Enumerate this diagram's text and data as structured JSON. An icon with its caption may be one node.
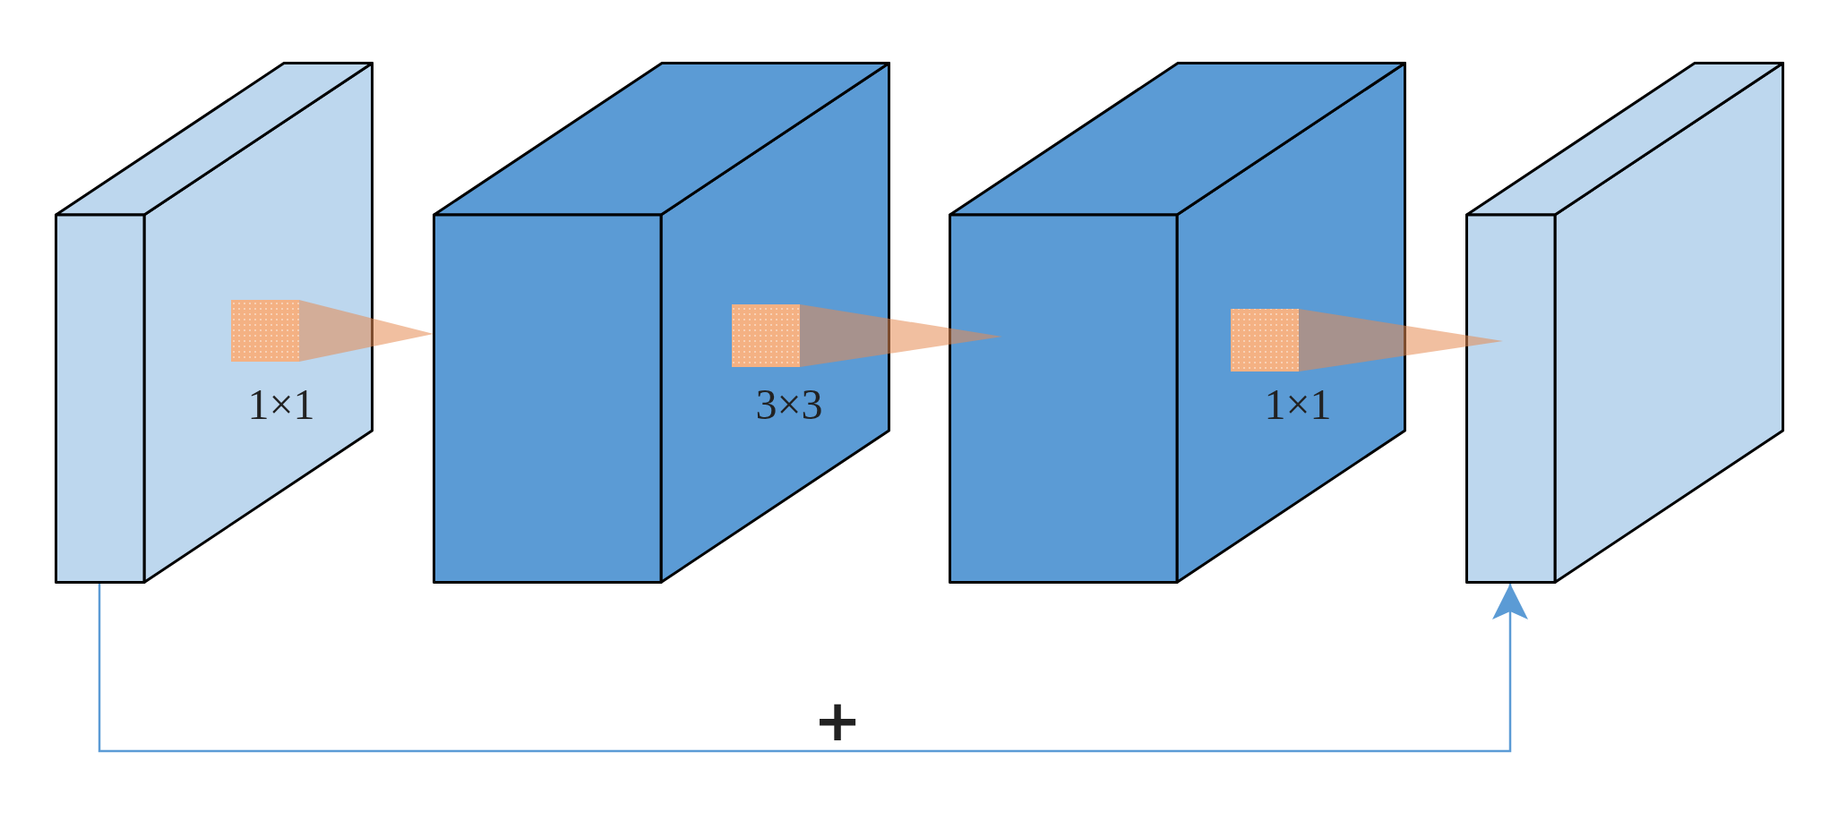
{
  "diagram": {
    "nodes": [
      {
        "text": [],
        "shape": "box"
      },
      {
        "text": [],
        "shape": "box"
      },
      {
        "text": [],
        "shape": "box"
      },
      {
        "text": [],
        "shape": "box"
      }
    ],
    "edges": [
      {
        "from": 0,
        "to": 3,
        "arrow": "to",
        "label": "+",
        "color": "#5b9bd5"
      }
    ],
    "labels": [
      "1×1",
      "3×3",
      "1×1"
    ]
  }
}
